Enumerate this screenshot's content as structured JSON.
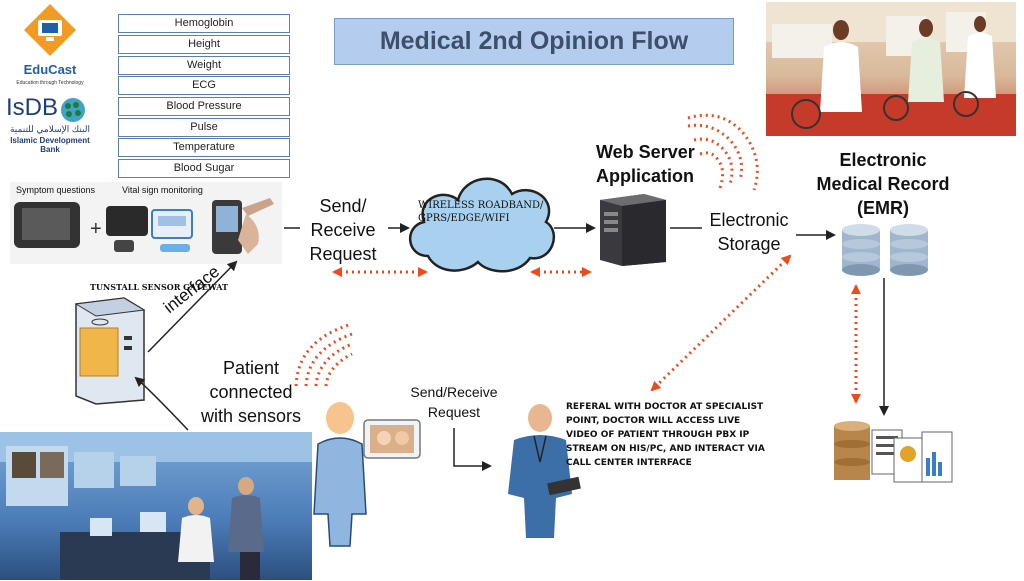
{
  "title": "Medical 2nd Opinion Flow",
  "logos": {
    "educast": "EduCast",
    "educast_tagline": "Education through Technology",
    "isdb_abbr": "IsDB",
    "isdb_arabic": "البنك الإسلامي للتنمية",
    "isdb_name": "Islamic Development Bank"
  },
  "vitals": [
    "Hemoglobin",
    "Height",
    "Weight",
    "ECG",
    "Blood Pressure",
    "Pulse",
    "Temperature",
    "Blood Sugar"
  ],
  "devices": {
    "symptom_label": "Symptom questions",
    "vital_label": "Vital sign monitoring",
    "plus": "+"
  },
  "labels": {
    "send_receive": [
      "Send/",
      "Receive",
      "Request"
    ],
    "cloud": [
      "WIRELESS ROADBAND/",
      "GPRS/EDGE/WIFI"
    ],
    "web_server": [
      "Web Server",
      "Application"
    ],
    "electronic_storage": [
      "Electronic",
      "Storage"
    ],
    "emr": [
      "Electronic",
      "Medical Record",
      "(EMR)"
    ],
    "gateway": "TUNSTALL SENSOR GATEWAT",
    "interface": "interface",
    "patient": [
      "Patient",
      "connected",
      "with sensors"
    ],
    "send_receive2": [
      "Send/Receive",
      "Request"
    ],
    "referral": [
      "REFERAL WITH DOCTOR AT SPECIALIST",
      "POINT, DOCTOR WILL ACCESS LIVE",
      "VIDEO OF PATIENT THROUGH PBX IP",
      "STREAM ON HIS/PC, AND INTERACT VIA",
      "CALL CENTER INTERFACE"
    ]
  },
  "colors": {
    "title_bg": "#b4cdee",
    "title_text": "#3d4f6a",
    "dotted": "#ee4a1c",
    "arrow": "#222222",
    "cloud": "#a8d0ef"
  }
}
